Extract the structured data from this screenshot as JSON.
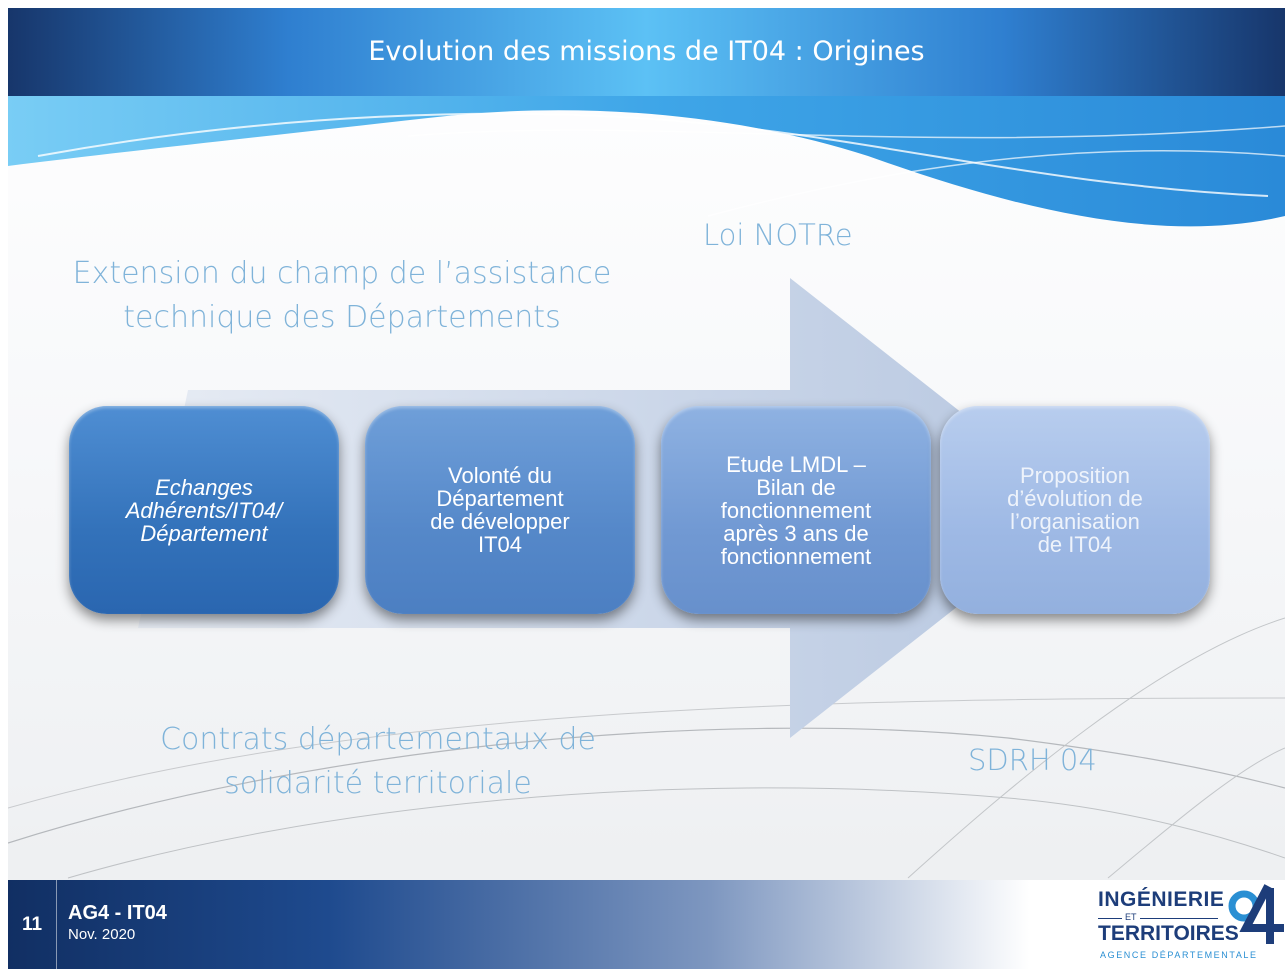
{
  "header": {
    "title": "Evolution des missions de IT04 : Origines"
  },
  "captions": {
    "extension": "Extension du champ de l’assistance technique des Départements",
    "loi": "Loi NOTRe",
    "contrats": "Contrats départementaux de solidarité territoriale",
    "sdrh": "SDRH 04"
  },
  "steps": [
    {
      "label": "Echanges\nAdhérents/IT04/\nDépartement"
    },
    {
      "label": "Volonté du\nDépartement\nde développer\nIT04"
    },
    {
      "label": "Etude LMDL –\nBilan de\nfonctionnement\naprès 3 ans de\nfonctionnement"
    },
    {
      "label": "Proposition\nd’évolution de\nl’organisation\nde IT04"
    }
  ],
  "footer": {
    "page_number": "11",
    "title": "AG4 - IT04",
    "date": "Nov. 2020",
    "logo": {
      "line1": "INGÉNIERIE",
      "et": "ET",
      "line2": "TERRITOIRES",
      "line3": "AGENCE DÉPARTEMENTALE",
      "mark": "04"
    }
  },
  "colors": {
    "header_dark": "#17366b",
    "header_light": "#5cc1f5",
    "caption": "#7fb3d9",
    "step1": "#3372ba",
    "step2": "#5588c9",
    "step3": "#7199d3",
    "step4": "#9eb9e5"
  }
}
